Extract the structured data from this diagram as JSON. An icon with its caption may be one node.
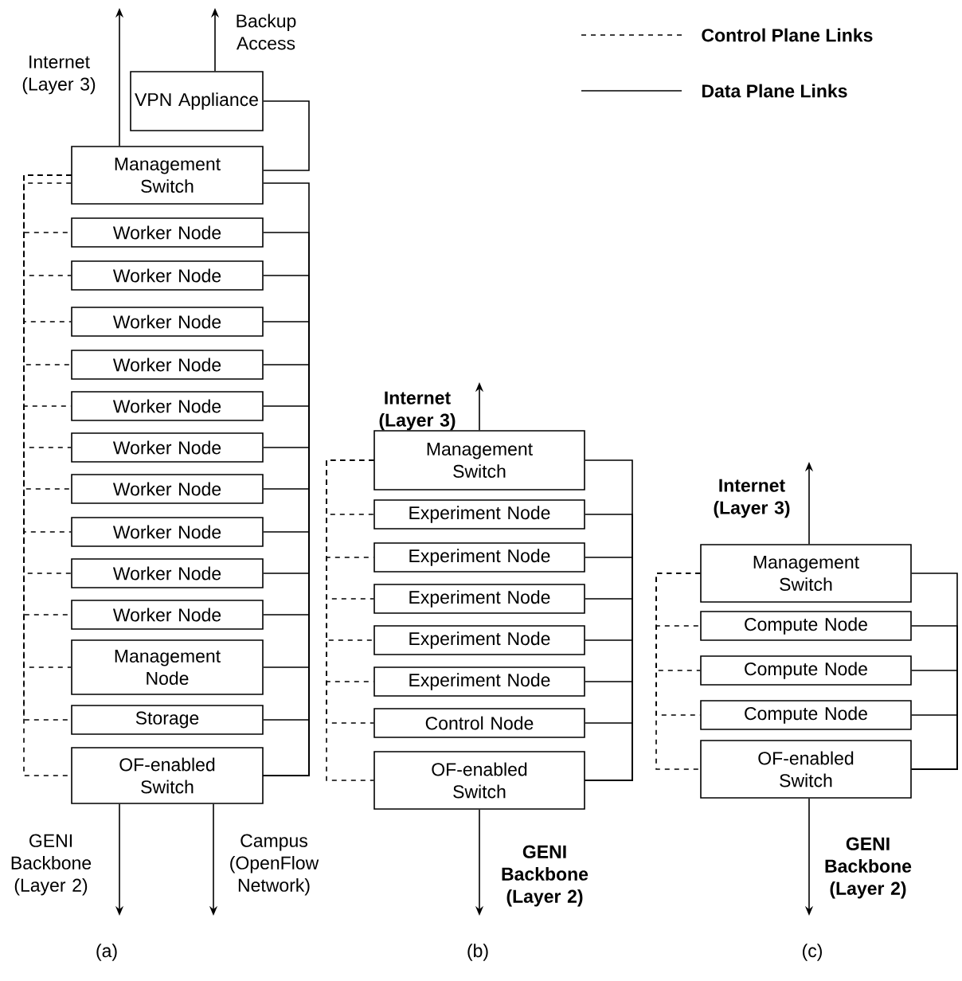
{
  "diagram": {
    "nodes": [
      {
        "text": [
          "VPN Appliance"
        ]
      },
      {
        "text": [
          "Management Switch"
        ]
      },
      {
        "text": [
          "Worker Node"
        ]
      },
      {
        "text": [
          "Worker Node"
        ]
      },
      {
        "text": [
          "Worker Node"
        ]
      },
      {
        "text": [
          "Worker Node"
        ]
      },
      {
        "text": [
          "Worker Node"
        ]
      },
      {
        "text": [
          "Worker Node"
        ]
      },
      {
        "text": [
          "Worker Node"
        ]
      },
      {
        "text": [
          "Worker Node"
        ]
      },
      {
        "text": [
          "Worker Node"
        ]
      },
      {
        "text": [
          "Worker Node"
        ]
      },
      {
        "text": [
          "Management Node"
        ]
      },
      {
        "text": [
          "Storage"
        ]
      },
      {
        "text": [
          "OF-enabled Switch"
        ]
      },
      {
        "text": [
          "Management Switch"
        ]
      },
      {
        "text": [
          "Experiment Node"
        ]
      },
      {
        "text": [
          "Experiment Node"
        ]
      },
      {
        "text": [
          "Experiment Node"
        ]
      },
      {
        "text": [
          "Experiment Node"
        ]
      },
      {
        "text": [
          "Experiment Node"
        ]
      },
      {
        "text": [
          "Control Node"
        ]
      },
      {
        "text": [
          "OF-enabled Switch"
        ]
      },
      {
        "text": [
          "Management Switch"
        ]
      },
      {
        "text": [
          "Compute Node"
        ]
      },
      {
        "text": [
          "Compute Node"
        ]
      },
      {
        "text": [
          "Compute Node"
        ]
      },
      {
        "text": [
          "OF-enabled Switch"
        ]
      }
    ],
    "edges": [
      {
        "from": 1,
        "to": null,
        "arrow": "to",
        "label": "Internet (Layer 3)"
      },
      {
        "from": 0,
        "to": null,
        "arrow": "to",
        "label": "Backup Access"
      },
      {
        "from": 14,
        "to": null,
        "arrow": "to",
        "label": "GENI Backbone (Layer 2)"
      },
      {
        "from": 14,
        "to": null,
        "arrow": "to",
        "label": "Campus (OpenFlow Network)"
      },
      {
        "from": 0,
        "to": 1,
        "arrow": "none"
      },
      {
        "from": 1,
        "to": 2,
        "arrow": "none",
        "style": "dashed"
      },
      {
        "from": 1,
        "to": 3,
        "arrow": "none",
        "style": "dashed"
      },
      {
        "from": 1,
        "to": 4,
        "arrow": "none",
        "style": "dashed"
      },
      {
        "from": 1,
        "to": 5,
        "arrow": "none",
        "style": "dashed"
      },
      {
        "from": 1,
        "to": 6,
        "arrow": "none",
        "style": "dashed"
      },
      {
        "from": 1,
        "to": 7,
        "arrow": "none",
        "style": "dashed"
      },
      {
        "from": 1,
        "to": 8,
        "arrow": "none",
        "style": "dashed"
      },
      {
        "from": 1,
        "to": 9,
        "arrow": "none",
        "style": "dashed"
      },
      {
        "from": 1,
        "to": 10,
        "arrow": "none",
        "style": "dashed"
      },
      {
        "from": 1,
        "to": 11,
        "arrow": "none",
        "style": "dashed"
      },
      {
        "from": 1,
        "to": 12,
        "arrow": "none",
        "style": "dashed"
      },
      {
        "from": 1,
        "to": 13,
        "arrow": "none",
        "style": "dashed"
      },
      {
        "from": 1,
        "to": 14,
        "arrow": "none",
        "style": "dashed"
      },
      {
        "from": 14,
        "to": 1,
        "arrow": "none"
      },
      {
        "from": 14,
        "to": 2,
        "arrow": "none"
      },
      {
        "from": 14,
        "to": 3,
        "arrow": "none"
      },
      {
        "from": 14,
        "to": 4,
        "arrow": "none"
      },
      {
        "from": 14,
        "to": 5,
        "arrow": "none"
      },
      {
        "from": 14,
        "to": 6,
        "arrow": "none"
      },
      {
        "from": 14,
        "to": 7,
        "arrow": "none"
      },
      {
        "from": 14,
        "to": 8,
        "arrow": "none"
      },
      {
        "from": 14,
        "to": 9,
        "arrow": "none"
      },
      {
        "from": 14,
        "to": 10,
        "arrow": "none"
      },
      {
        "from": 14,
        "to": 11,
        "arrow": "none"
      },
      {
        "from": 14,
        "to": 12,
        "arrow": "none"
      },
      {
        "from": 14,
        "to": 13,
        "arrow": "none"
      },
      {
        "from": 15,
        "to": null,
        "arrow": "to",
        "label": "Internet (Layer 3)"
      },
      {
        "from": 22,
        "to": null,
        "arrow": "to",
        "label": "GENI Backbone (Layer 2)"
      },
      {
        "from": 15,
        "to": 16,
        "arrow": "none",
        "style": "dashed"
      },
      {
        "from": 15,
        "to": 17,
        "arrow": "none",
        "style": "dashed"
      },
      {
        "from": 15,
        "to": 18,
        "arrow": "none",
        "style": "dashed"
      },
      {
        "from": 15,
        "to": 19,
        "arrow": "none",
        "style": "dashed"
      },
      {
        "from": 15,
        "to": 20,
        "arrow": "none",
        "style": "dashed"
      },
      {
        "from": 15,
        "to": 21,
        "arrow": "none",
        "style": "dashed"
      },
      {
        "from": 15,
        "to": 22,
        "arrow": "none",
        "style": "dashed"
      },
      {
        "from": 22,
        "to": 15,
        "arrow": "none"
      },
      {
        "from": 22,
        "to": 16,
        "arrow": "none"
      },
      {
        "from": 22,
        "to": 17,
        "arrow": "none"
      },
      {
        "from": 22,
        "to": 18,
        "arrow": "none"
      },
      {
        "from": 22,
        "to": 19,
        "arrow": "none"
      },
      {
        "from": 22,
        "to": 20,
        "arrow": "none"
      },
      {
        "from": 22,
        "to": 21,
        "arrow": "none"
      },
      {
        "from": 23,
        "to": null,
        "arrow": "to",
        "label": "Internet (Layer 3)"
      },
      {
        "from": 27,
        "to": null,
        "arrow": "to",
        "label": "GENI Backbone (Layer 2)"
      },
      {
        "from": 23,
        "to": 24,
        "arrow": "none",
        "style": "dashed"
      },
      {
        "from": 23,
        "to": 25,
        "arrow": "none",
        "style": "dashed"
      },
      {
        "from": 23,
        "to": 26,
        "arrow": "none",
        "style": "dashed"
      },
      {
        "from": 23,
        "to": 27,
        "arrow": "none",
        "style": "dashed"
      },
      {
        "from": 27,
        "to": 23,
        "arrow": "none"
      },
      {
        "from": 27,
        "to": 24,
        "arrow": "none"
      },
      {
        "from": 27,
        "to": 25,
        "arrow": "none"
      },
      {
        "from": 27,
        "to": 26,
        "arrow": "none"
      }
    ],
    "labels": [
      "(a)",
      "(b)",
      "(c)"
    ],
    "legend": [
      {
        "text": "Control Plane Links"
      },
      {
        "text": "Data Plane Links"
      }
    ]
  }
}
